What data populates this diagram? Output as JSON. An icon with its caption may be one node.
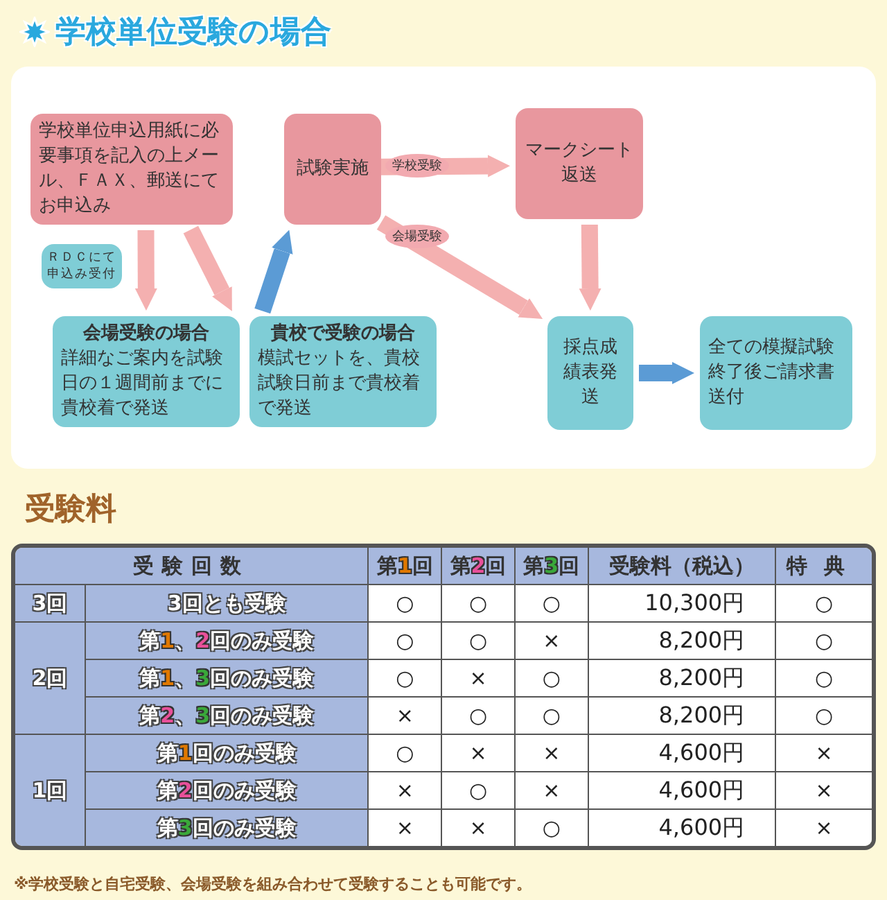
{
  "diagram": {
    "title": "学校単位受験の場合",
    "nodes": [
      {
        "text": [
          "学校単位申込用紙に必要事項を記入の上メール、ＦＡＸ、郵送にてお申込み"
        ]
      },
      {
        "text": [
          "ＲＤＣにて申込み受付"
        ]
      },
      {
        "text": [
          "試験実施"
        ]
      },
      {
        "text": [
          "マークシート返送"
        ]
      },
      {
        "text": [
          "会場受験の場合",
          "詳細なご案内を試験日の１週間前までに貴校着で発送"
        ]
      },
      {
        "text": [
          "貴校で受験の場合",
          "模試セットを、貴校試験日前まで貴校着で発送"
        ]
      },
      {
        "text": [
          "採点成績表発送"
        ]
      },
      {
        "text": [
          "全ての模擬試験終了後ご請求書送付"
        ]
      }
    ],
    "edges": [
      {
        "from": 0,
        "to": 4,
        "arrow": "to"
      },
      {
        "from": 0,
        "to": 5,
        "arrow": "to"
      },
      {
        "from": 5,
        "to": 2,
        "arrow": "to",
        "color": "#5b9bd5"
      },
      {
        "from": 2,
        "to": 3,
        "arrow": "to",
        "label": "学校受験"
      },
      {
        "from": 2,
        "to": 6,
        "arrow": "to",
        "label": "会場受験"
      },
      {
        "from": 3,
        "to": 6,
        "arrow": "to"
      },
      {
        "from": 6,
        "to": 7,
        "arrow": "to",
        "color": "#5b9bd5"
      }
    ],
    "labels": [
      "受験料",
      "受験回数",
      "第1回",
      "第2回",
      "第3回",
      "受験料（税込）",
      "特典",
      "3回",
      "3回とも受験",
      "○",
      "○",
      "○",
      "10,300円",
      "○",
      "2回",
      "第1、2回のみ受験",
      "○",
      "○",
      "×",
      "8,200円",
      "○",
      "第1、3回のみ受験",
      "○",
      "×",
      "○",
      "8,200円",
      "○",
      "第2、3回のみ受験",
      "×",
      "○",
      "○",
      "8,200円",
      "○",
      "1回",
      "第1回のみ受験",
      "○",
      "×",
      "×",
      "4,600円",
      "×",
      "第2回のみ受験",
      "×",
      "○",
      "×",
      "4,600円",
      "×",
      "第3回のみ受験",
      "×",
      "×",
      "○",
      "4,600円",
      "×",
      "※学校受験と自宅受験、会場受験を組み合わせて受験することも可能です。"
    ]
  }
}
